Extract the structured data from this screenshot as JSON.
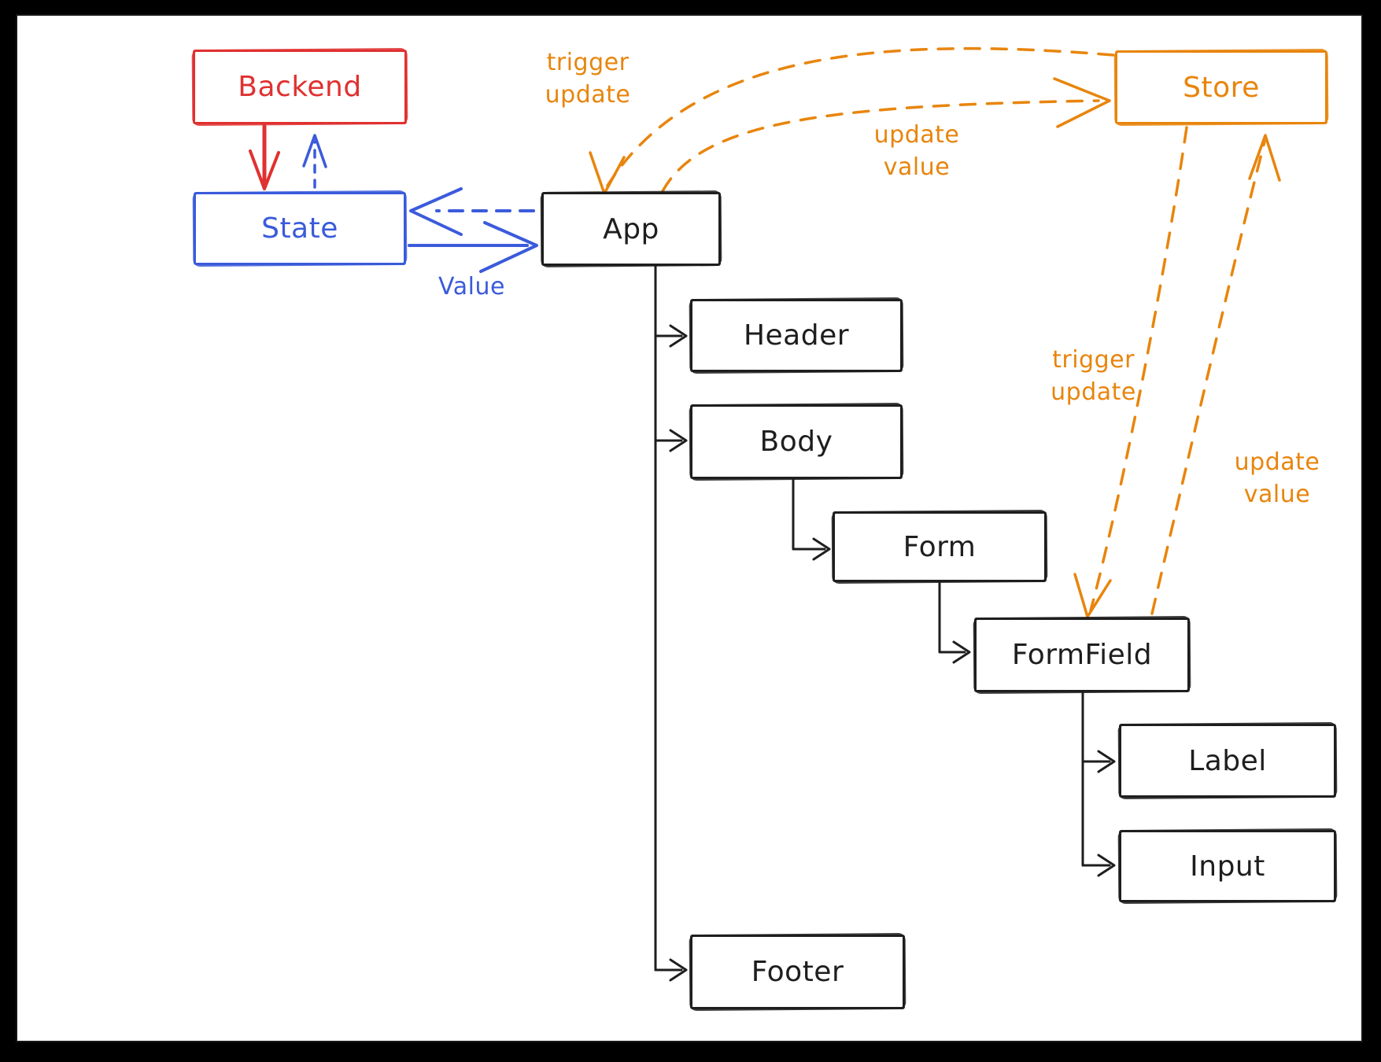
{
  "diagram": {
    "title": "Component / store update flow diagram",
    "colors": {
      "black": "#1e1e1e",
      "red": "#e03131",
      "blue": "#3b5bdb",
      "orange": "#e8850d",
      "canvas": "#ffffff",
      "frame": "#000000"
    },
    "nodes": {
      "backend": {
        "label": "Backend",
        "color": "#e03131"
      },
      "state": {
        "label": "State",
        "color": "#3b5bdb"
      },
      "app": {
        "label": "App",
        "color": "#1e1e1e"
      },
      "store": {
        "label": "Store",
        "color": "#e8850d"
      },
      "header": {
        "label": "Header",
        "color": "#1e1e1e"
      },
      "body": {
        "label": "Body",
        "color": "#1e1e1e"
      },
      "form": {
        "label": "Form",
        "color": "#1e1e1e"
      },
      "formfield": {
        "label": "FormField",
        "color": "#1e1e1e"
      },
      "label": {
        "label": "Label",
        "color": "#1e1e1e"
      },
      "input": {
        "label": "Input",
        "color": "#1e1e1e"
      },
      "footer": {
        "label": "Footer",
        "color": "#1e1e1e"
      }
    },
    "edge_labels": {
      "trigger_update_left": {
        "line1": "trigger",
        "line2": "update"
      },
      "update_value_left": {
        "line1": "update",
        "line2": "value"
      },
      "trigger_update_right": {
        "line1": "trigger",
        "line2": "update"
      },
      "update_value_right": {
        "line1": "update",
        "line2": "value"
      },
      "value": "Value"
    },
    "edges": [
      {
        "from": "Backend",
        "to": "State",
        "style": "solid",
        "color": "red",
        "label": ""
      },
      {
        "from": "State",
        "to": "Backend",
        "style": "dashed",
        "color": "blue",
        "label": ""
      },
      {
        "from": "State",
        "to": "App",
        "style": "solid",
        "color": "blue",
        "label": "Value"
      },
      {
        "from": "App",
        "to": "State",
        "style": "dashed",
        "color": "blue",
        "label": ""
      },
      {
        "from": "Store",
        "to": "App",
        "style": "dashed",
        "color": "orange",
        "label": "trigger update"
      },
      {
        "from": "App",
        "to": "Store",
        "style": "dashed",
        "color": "orange",
        "label": "update value"
      },
      {
        "from": "Store",
        "to": "FormField",
        "style": "dashed",
        "color": "orange",
        "label": "trigger update"
      },
      {
        "from": "FormField",
        "to": "Store",
        "style": "dashed",
        "color": "orange",
        "label": "update value"
      },
      {
        "from": "App",
        "to": "Header",
        "style": "solid",
        "color": "black",
        "label": ""
      },
      {
        "from": "App",
        "to": "Body",
        "style": "solid",
        "color": "black",
        "label": ""
      },
      {
        "from": "App",
        "to": "Footer",
        "style": "solid",
        "color": "black",
        "label": ""
      },
      {
        "from": "Body",
        "to": "Form",
        "style": "solid",
        "color": "black",
        "label": ""
      },
      {
        "from": "Form",
        "to": "FormField",
        "style": "solid",
        "color": "black",
        "label": ""
      },
      {
        "from": "FormField",
        "to": "Label",
        "style": "solid",
        "color": "black",
        "label": ""
      },
      {
        "from": "FormField",
        "to": "Input",
        "style": "solid",
        "color": "black",
        "label": ""
      }
    ]
  }
}
